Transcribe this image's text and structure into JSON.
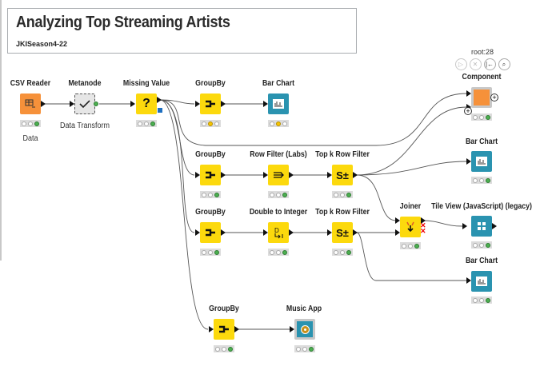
{
  "annotation": {
    "title": "Analyzing Top Streaming Artists",
    "subtitle": "JKISeason4-22"
  },
  "component_toolbar": {
    "name": "root:28",
    "buttons": [
      {
        "icon": "execute-icon",
        "glyph": "▷",
        "enabled": false
      },
      {
        "icon": "cancel-icon",
        "glyph": "✕",
        "enabled": false
      },
      {
        "icon": "reset-icon",
        "glyph": "|←",
        "enabled": true
      },
      {
        "icon": "zoom-icon",
        "glyph": "⌕",
        "enabled": true
      }
    ]
  },
  "nodes": [
    {
      "id": "csv-reader",
      "label": "CSV Reader",
      "annotation": "Data",
      "icon": "table-reader-icon",
      "color": "orange",
      "status": "green"
    },
    {
      "id": "metanode",
      "label": "Metanode",
      "annotation": "Data  Transform",
      "icon": "checkmark-icon",
      "color": "gray",
      "status": ""
    },
    {
      "id": "missing-value",
      "label": "Missing Value",
      "annotation": "",
      "icon": "question-mark-icon",
      "glyph": "?",
      "color": "yellow",
      "status": "green"
    },
    {
      "id": "groupby-1",
      "label": "GroupBy",
      "annotation": "",
      "icon": "groupby-icon",
      "color": "yellow",
      "status": "yellow"
    },
    {
      "id": "bar-chart-1",
      "label": "Bar Chart",
      "annotation": "",
      "icon": "bar-chart-icon",
      "color": "teal",
      "status": "yellow"
    },
    {
      "id": "component",
      "label": "Component",
      "annotation": "",
      "icon": "component-icon",
      "color": "orange",
      "status": "green"
    },
    {
      "id": "groupby-2",
      "label": "GroupBy",
      "annotation": "",
      "icon": "groupby-icon",
      "color": "yellow",
      "status": "green"
    },
    {
      "id": "row-filter",
      "label": "Row Filter (Labs)",
      "annotation": "",
      "icon": "row-filter-icon",
      "color": "yellow",
      "status": "green"
    },
    {
      "id": "topk-1",
      "label": "Top k Row Filter",
      "annotation": "",
      "icon": "topk-icon",
      "color": "yellow",
      "status": "green"
    },
    {
      "id": "bar-chart-2",
      "label": "Bar Chart",
      "annotation": "",
      "icon": "bar-chart-icon",
      "color": "teal",
      "status": "green"
    },
    {
      "id": "groupby-3",
      "label": "GroupBy",
      "annotation": "",
      "icon": "groupby-icon",
      "color": "yellow",
      "status": "green"
    },
    {
      "id": "double-to-int",
      "label": "Double to Integer",
      "annotation": "",
      "icon": "double-to-integer-icon",
      "color": "yellow",
      "status": "green"
    },
    {
      "id": "topk-2",
      "label": "Top k Row Filter",
      "annotation": "",
      "icon": "topk-icon",
      "color": "yellow",
      "status": "green"
    },
    {
      "id": "joiner",
      "label": "Joiner",
      "annotation": "",
      "icon": "joiner-icon",
      "color": "yellow",
      "status": "green"
    },
    {
      "id": "tile-view",
      "label": "Tile View (JavaScript) (legacy)",
      "annotation": "",
      "icon": "tile-view-icon",
      "color": "teal",
      "status": "green"
    },
    {
      "id": "bar-chart-3",
      "label": "Bar Chart",
      "annotation": "",
      "icon": "bar-chart-icon",
      "color": "teal",
      "status": "green"
    },
    {
      "id": "groupby-4",
      "label": "GroupBy",
      "annotation": "",
      "icon": "groupby-icon",
      "color": "yellow",
      "status": "green"
    },
    {
      "id": "music-app",
      "label": "Music App",
      "annotation": "",
      "icon": "music-app-component-icon",
      "color": "teal",
      "status": "green"
    }
  ],
  "colors": {
    "yellow": "#fcd90d",
    "orange": "#f6913a",
    "teal": "#2a93b0",
    "green": "#4caf50"
  }
}
